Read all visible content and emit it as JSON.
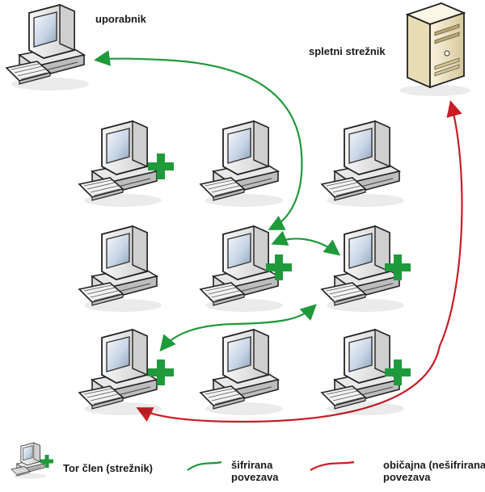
{
  "labels": {
    "user": "uporabnik",
    "web_server": "spletni strežnik"
  },
  "legend": {
    "tor_node": "Tor člen (strežnik)",
    "encrypted_line1": "šifrirana",
    "encrypted_line2": "povezava",
    "plain_line1": "običajna (nešifrirana)",
    "plain_line2": "povezava"
  },
  "colors": {
    "encrypted": "#1f9a3b",
    "plain": "#c81e25",
    "tor_plus": "#1f9a3b"
  }
}
